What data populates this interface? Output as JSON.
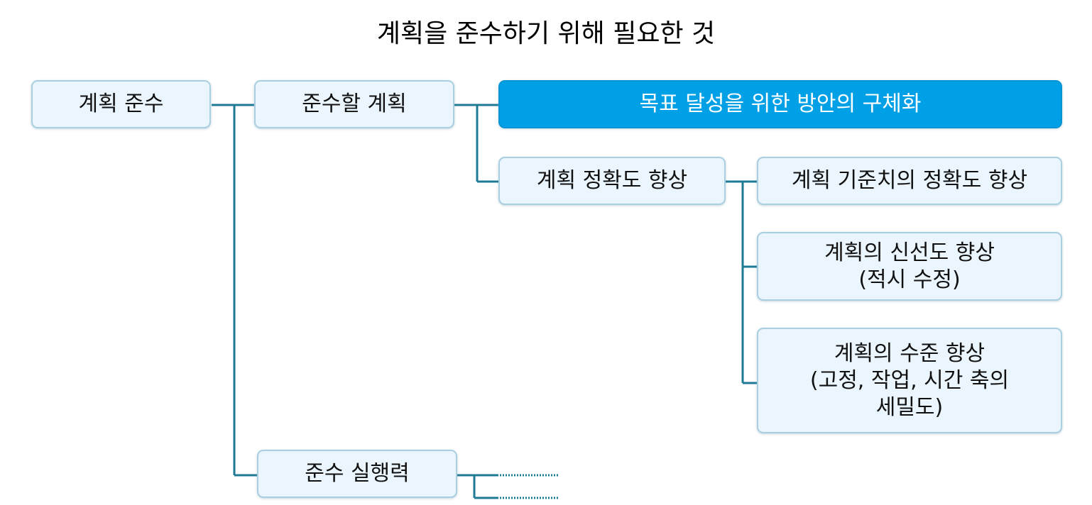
{
  "diagram": {
    "title": "계획을 준수하기 위해 필요한 것",
    "nodes": {
      "root": "계획 준수",
      "plan_to_follow": "준수할 계획",
      "execution_power": "준수 실행력",
      "concrete_measures": "목표 달성을 위한 방안의 구체화",
      "plan_accuracy": "계획 정확도 향상",
      "baseline_accuracy": "계획 기준치의 정확도 향상",
      "freshness": "계획의 신선도 향상\n(적시 수정)",
      "level_up": "계획의 수준 향상\n(고정, 작업, 시간 축의\n세밀도)"
    },
    "colors": {
      "connector": "#1f7a94",
      "node_fill": "#eaf5fd",
      "node_border": "#a9cfe0",
      "highlight_fill": "#00a0e6",
      "highlight_text": "#ffffff"
    }
  }
}
